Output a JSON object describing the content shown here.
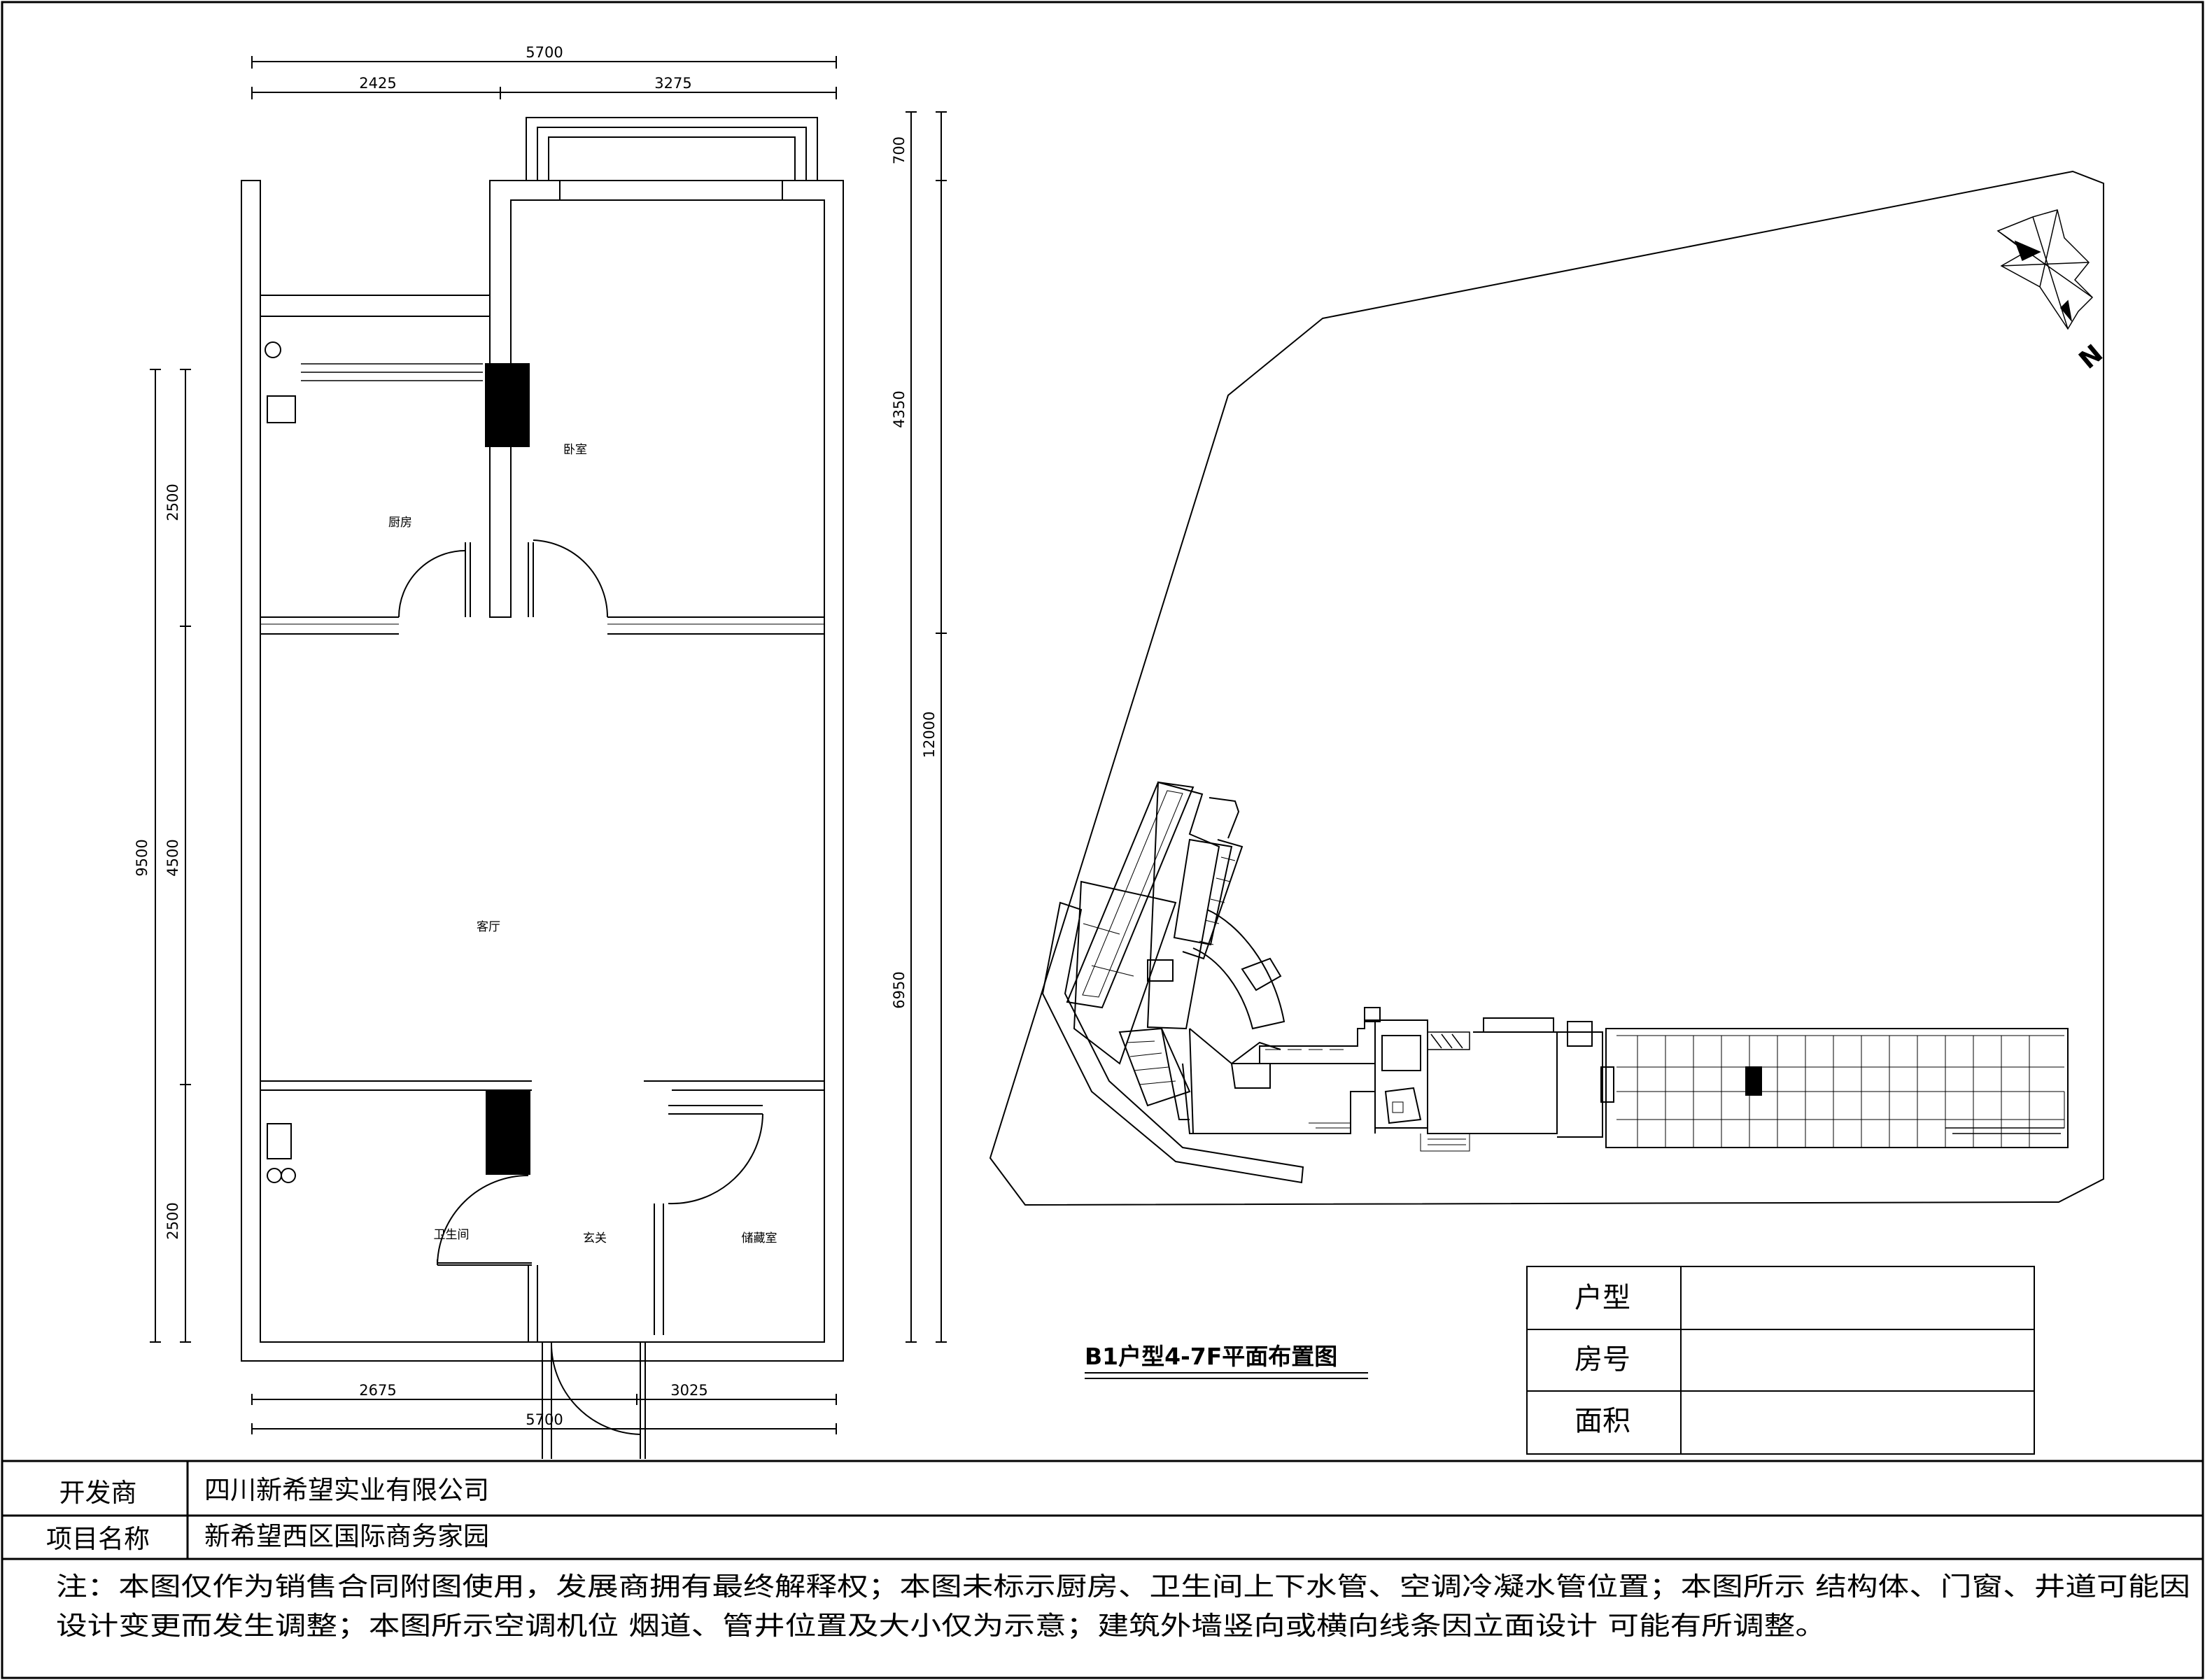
{
  "plan": {
    "title": "B1户型4-7F平面布置图",
    "dims": {
      "top_total": "5700",
      "top_left": "2425",
      "top_right": "3275",
      "bottom_left": "2675",
      "bottom_right": "3025",
      "bottom_total": "5700",
      "left_top": "2500",
      "left_mid": "4500",
      "left_total": "9500",
      "left_bottom": "2500",
      "right_top": "700",
      "right_upper": "4350",
      "right_lower": "6950",
      "right_total": "12000"
    },
    "rooms": {
      "bedroom": "卧室",
      "kitchen": "厨房",
      "living": "客厅",
      "bathroom": "卫生间",
      "foyer": "玄关",
      "storage": "储藏室"
    }
  },
  "site": {
    "north": "N"
  },
  "info_table": {
    "rows": [
      {
        "label": "户型",
        "value": ""
      },
      {
        "label": "房号",
        "value": ""
      },
      {
        "label": "面积",
        "value": ""
      }
    ]
  },
  "footer": {
    "developer_label": "开发商",
    "developer_value": "四川新希望实业有限公司",
    "project_label": "项目名称",
    "project_value": "新希望西区国际商务家园",
    "note_line1": "注：本图仅作为销售合同附图使用，发展商拥有最终解释权；本图未标示厨房、卫生间上下水管、空调冷凝水管位置；本图所示 结构体、门窗、井道可能因",
    "note_line2": "设计变更而发生调整；本图所示空调机位 烟道、管井位置及大小仅为示意；建筑外墙竖向或横向线条因立面设计 可能有所调整。"
  },
  "colors": {
    "line": "#000000",
    "background": "#ffffff"
  }
}
